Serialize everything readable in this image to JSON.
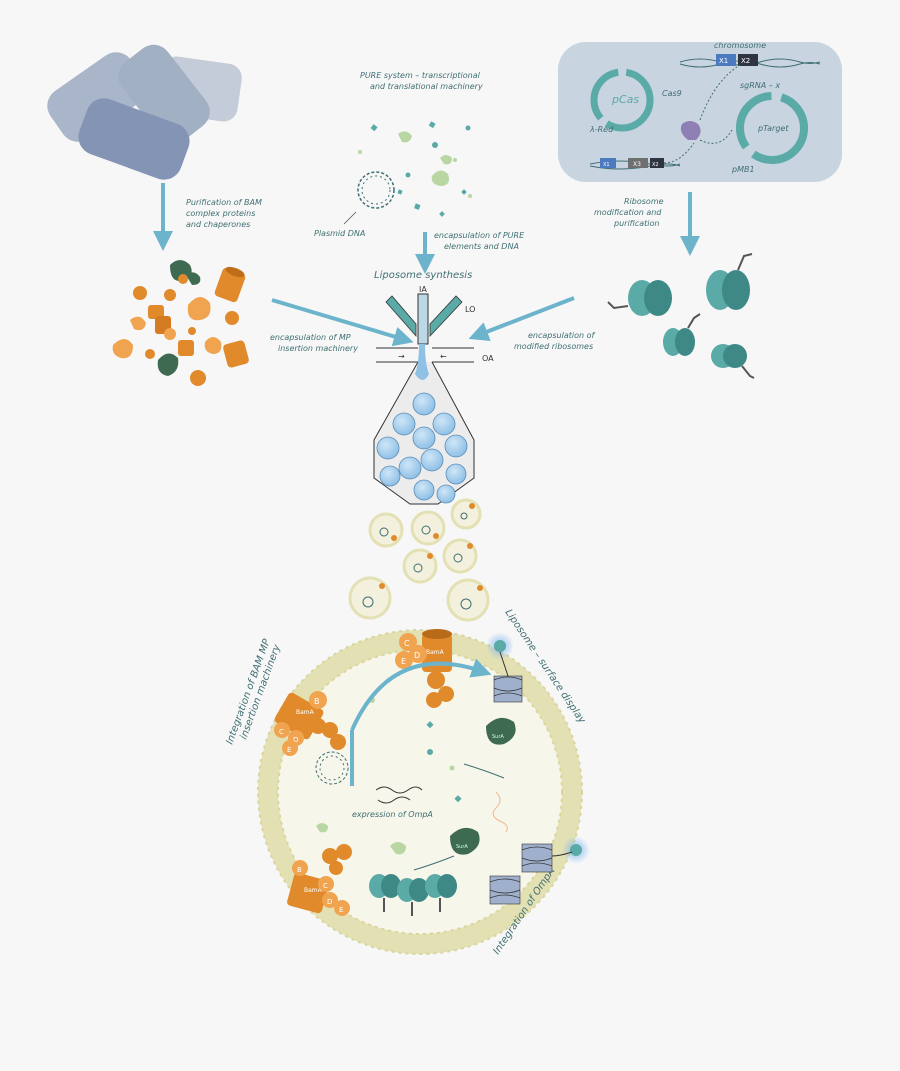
{
  "captions": {
    "purification": [
      "Purification of BAM",
      "complex proteins",
      "and chaperones"
    ],
    "pure_system": [
      "PURE system – transcriptional",
      "and translational machinery"
    ],
    "plasmid": "Plasmid DNA",
    "encap_pure": [
      "encapsulation of PURE",
      "elements and DNA"
    ],
    "ribosome_mod": [
      "Ribosome",
      "modification and",
      "purification"
    ],
    "liposome_synthesis": "Liposome synthesis",
    "encap_mp": [
      "encapsulation of MP",
      "insertion machinery"
    ],
    "encap_ribo": [
      "encapsulation of",
      "modified ribosomes"
    ],
    "surface_display": "Liposome – surface display",
    "integration_bam": [
      "Integration of BAM MP",
      "insertion machinery"
    ],
    "expression": "expression of OmpA",
    "integration_ompa": "Integration of OmpA"
  },
  "device": {
    "ia": "IA",
    "lo": "LO",
    "oa": "OA"
  },
  "genetics": {
    "chromosome": "chromosome",
    "x1": "X1",
    "x2": "X2",
    "x3": "X3",
    "pcas": "pCas",
    "cas9": "Cas9",
    "lambda_red": "λ-Red",
    "sgrna": "sgRNA – x",
    "ptarget": "pTarget",
    "pmb1": "pMB1"
  },
  "bam": {
    "a": "BamA",
    "b": "B",
    "c": "C",
    "d": "D",
    "e": "E",
    "sura": "SurA"
  },
  "colors": {
    "teal": "#5aaaa8",
    "arrow": "#6cb4cc",
    "orange": "#e08a2c",
    "dark_green": "#3f6a52",
    "light_green": "#b9d7a3",
    "slate": "#8a9bb5",
    "membrane": "#e3e0b4"
  }
}
